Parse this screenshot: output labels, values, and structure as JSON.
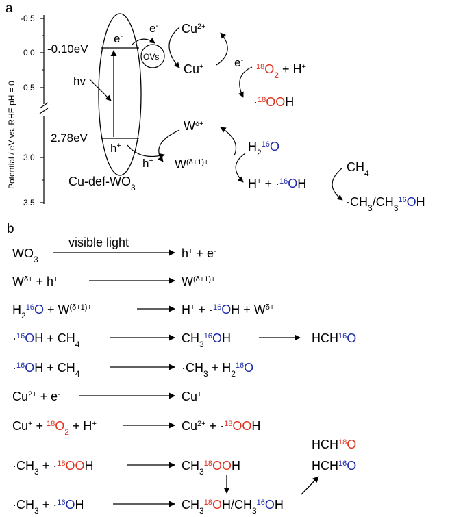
{
  "panel_a": {
    "label": "a",
    "axis": {
      "title": "Potential / eV vs. RHE pH = 0",
      "ticks": [
        "-0.5",
        "0.0",
        "0.5",
        "3.0",
        "3.5"
      ]
    },
    "levels": {
      "cb": "-0.10eV",
      "vb": "2.78eV"
    },
    "labels": {
      "electron": "e",
      "hole": "h",
      "hv": "hv",
      "ovs": "OVs",
      "catalyst": "Cu-def-WO",
      "catalyst_sub": "3",
      "cu2": "Cu",
      "cu2_sup": "2+",
      "cu1": "Cu",
      "cu1_sup": "+",
      "o2_sup": "18",
      "o2": "O",
      "o2_sub": "2",
      "hplus": " + H",
      "hplus_sup": "+",
      "ooh_dot": "·",
      "ooh_sup": "18",
      "ooh_oo": "OO",
      "ooh_h": "H",
      "w": "W",
      "w_sup": "δ+",
      "w2": "W",
      "w2_sup": "(δ+1)+",
      "h2o": "H",
      "h2o_sub": "2",
      "h2o_sup": "16",
      "h2o_o": "O",
      "hp": "H",
      "hp_sup": "+",
      "oh_mid": " + ·",
      "oh_sup": "16",
      "oh_o": "O",
      "oh_h": "H",
      "ch4": "CH",
      "ch4_sub": "4",
      "ch3": "·CH",
      "ch3_sub": "3",
      "ch3_mid": "/CH",
      "ch3_sub2": "3",
      "ch3_sup": "16",
      "ch3_o": "O",
      "ch3_h": "H"
    }
  },
  "panel_b": {
    "label": "b",
    "reactions": {
      "r1_left": "WO",
      "r1_left_sub": "3",
      "r1_over": "visible light",
      "r1_right": "h",
      "r1_right_sup1": "+",
      "r1_right_mid": " + e",
      "r1_right_sup2": "-",
      "r2_left": "W",
      "r2_left_sup": "δ+",
      "r2_left_mid": " + h",
      "r2_left_sup2": "+",
      "r2_right": "W",
      "r2_right_sup": "(δ+1)+",
      "r3_h": "H",
      "r3_sub": "2",
      "r3_sup": "16",
      "r3_o": "O",
      "r3_mid": " + W",
      "r3_msup": "(δ+1)+",
      "r3_r1": "H",
      "r3_r1sup": "+",
      "r3_r2": " + ·",
      "r3_r2sup": "16",
      "r3_r2o": "O",
      "r3_r3": "H + W",
      "r3_r3sup": "δ+",
      "r4_dot": "·",
      "r4_sup": "16",
      "r4_o": "O",
      "r4_rest": "H + CH",
      "r4_sub": "4",
      "r4_p": "CH",
      "r4_psub": "3",
      "r4_psup": "16",
      "r4_po": "O",
      "r4_ph": "H",
      "r4_q": "HCH",
      "r4_qsup": "16",
      "r4_qo": "O",
      "r5_dot": "·",
      "r5_sup": "16",
      "r5_o": "O",
      "r5_rest": "H + CH",
      "r5_sub": "4",
      "r5_p1": "·CH",
      "r5_p1sub": "3",
      "r5_p2": " + H",
      "r5_p2sub": "2",
      "r5_p2sup": "16",
      "r5_p2o": "O",
      "r6_l": "Cu",
      "r6_lsup": "2+",
      "r6_mid": " + e",
      "r6_msup": "-",
      "r6_r": "Cu",
      "r6_rsup": "+",
      "r7_l": "Cu",
      "r7_lsup": "+",
      "r7_mid": " + ",
      "r7_osup": "18",
      "r7_o": "O",
      "r7_osub": "2",
      "r7_h": " + H",
      "r7_hsup": "+",
      "r7_r": "Cu",
      "r7_rsup": "2+",
      "r7_r2": " + ·",
      "r7_r2sup": "18",
      "r7_r2o": "OO",
      "r7_r2h": "H",
      "r8_l": "·CH",
      "r8_lsub": "3",
      "r8_mid": " + ·",
      "r8_sup": "18",
      "r8_oo": "OO",
      "r8_h": "H",
      "r8_p": "CH",
      "r8_psub": "3",
      "r8_psup": "18",
      "r8_poo": "OO",
      "r8_ph": "H",
      "r8_q1": "HCH",
      "r8_q1sup": "18",
      "r8_q1o": "O",
      "r8_q2": "HCH",
      "r8_q2sup": "16",
      "r8_q2o": "O",
      "r9_l": "·CH",
      "r9_lsub": "3",
      "r9_mid": " + ·",
      "r9_sup": "16",
      "r9_o": "O",
      "r9_h": "H",
      "r9_p": "CH",
      "r9_psub": "3",
      "r9_psup": "18",
      "r9_po": "O",
      "r9_pmid": "H/CH",
      "r9_psub2": "3",
      "r9_psup2": "16",
      "r9_po2": "O",
      "r9_ph": "H"
    }
  }
}
